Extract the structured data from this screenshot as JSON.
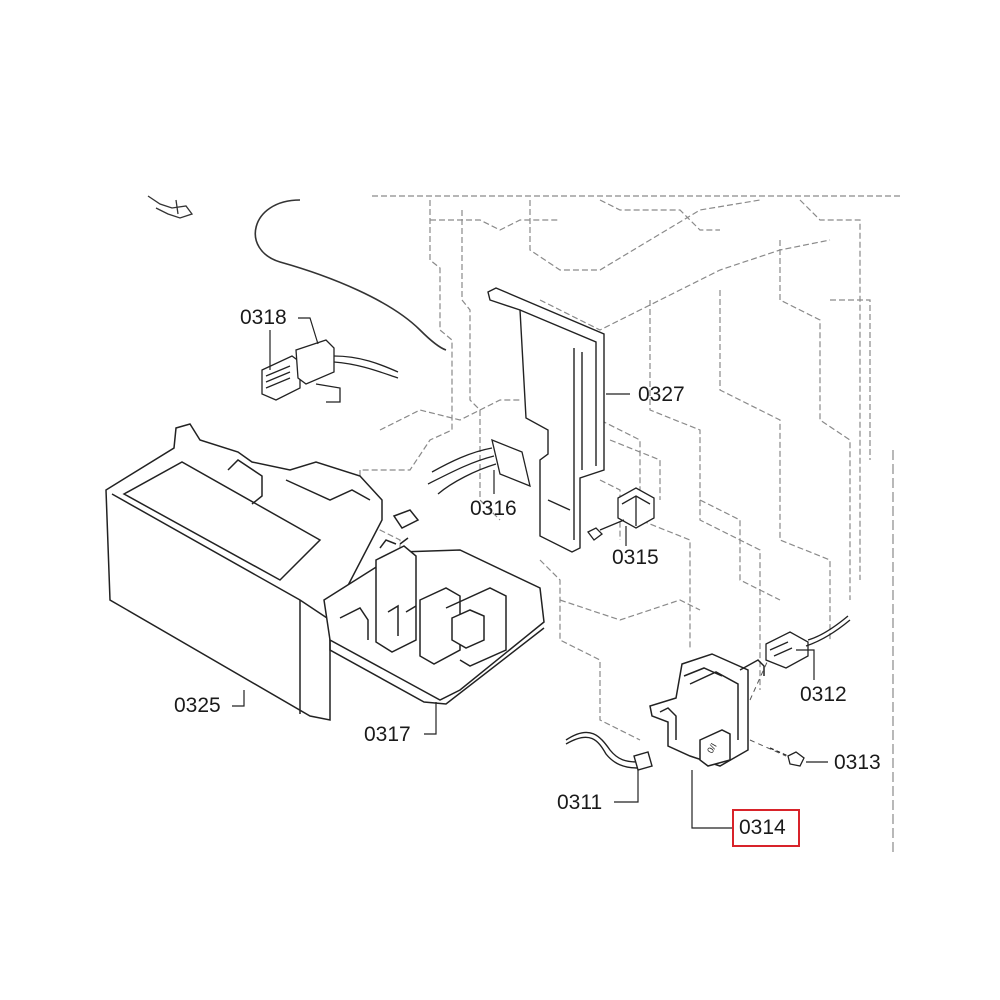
{
  "diagram": {
    "highlight_color": "#d8232a",
    "line_color": "#222222",
    "labels": {
      "p0318": "0318",
      "p0327": "0327",
      "p0316": "0316",
      "p0315": "0315",
      "p0325": "0325",
      "p0317": "0317",
      "p0312": "0312",
      "p0313": "0313",
      "p0311": "0311",
      "p0314": "0314"
    },
    "highlighted_part": "0314"
  }
}
